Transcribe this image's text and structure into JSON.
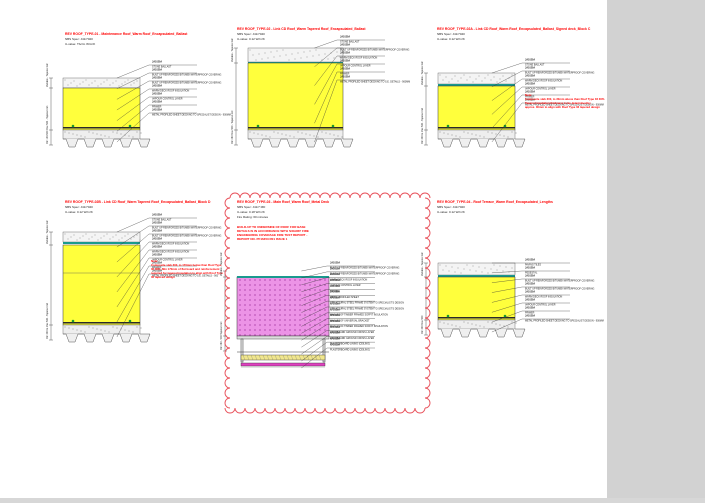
{
  "details": [
    {
      "title": "REV ROOF_TYPE-01 - Maintenance Roof_Warm Roof_Encapsulated_Ballast",
      "spec": "NBS Spec: J41/7020",
      "uvalue": "U-value: Tbc/m W/m²K",
      "labels": [
        "JA1020A",
        "STONE BALLAST",
        "JA1020A",
        "BUILT UP REINFORCED BITUMEN WATERPROOF COVERING",
        "JA1020A",
        "BUILT UP REINFORCED BITUMEN WATERPROOF COVERING",
        "JA1020A",
        "WARM DECK ROOF INSULATION",
        "JA1020A",
        "VAPOUR CONTROL LAYER",
        "JA1020A",
        "PRIMER",
        "JA1020A",
        "METAL PROFILED SHEET DECKING TO SPECIALIST DESIGN - 900MM"
      ],
      "dims": [
        "Variable - Tapered min",
        "Min 100-500 Max 500 - Tapered min"
      ],
      "note": []
    },
    {
      "title": "REV ROOF_TYPE-02 - Link CD Roof_Warm Tapered Roof_Encapsulated_Ballast",
      "spec": "NBS Spec: J41/7040",
      "uvalue": "U-value: 0.12 W/m²K",
      "labels": [
        "JA1020A",
        "STONE BALLAST",
        "JA1020A",
        "BUILT UP REINFORCED BITUMEN WATERPROOF COVERING",
        "JA1020A",
        "WARM DECK ROOF INSULATION",
        "JA1020A",
        "VAPOUR CONTROL LAYER",
        "JA1020A",
        "PRIMER",
        "JA1020A",
        "METAL PROFILED SHEET DECKING TO S.E. DETAILS - 900MM"
      ],
      "dims": [
        "Variable - Tapered min",
        "Min 280 Max 500 - Tapered min"
      ],
      "note": []
    },
    {
      "title": "REV ROOF_TYPE-02A - Link CD Roof_Warm Roof_Encapsulated_Ballast_Signed deck_Block C",
      "spec": "NBS Spec: J41/7040",
      "uvalue": "U-value: 0.12 W/m²K",
      "labels": [
        "JA1020A",
        "STONE BALLAST",
        "JA1020A",
        "BUILT UP REINFORCED BITUMEN WATERPROOF COVERING",
        "JA1020A",
        "WARM DECK ROOF INSULATION",
        "JA1020A",
        "VAPOUR CONTROL LAYER",
        "JA1020A",
        "PRIMER",
        "JA1020A",
        "METAL PROFILED SHEET DECKING TO SPECIALIST DESIGN - 900MM"
      ],
      "dims": [
        "Variable - Tapered min",
        "Min 300 to Max 500 - Tapered min"
      ],
      "note": [
        "Note:",
        "Composite slab 300, to 30mm above than Roof Type 02 30%",
        "Tapered insulation thickness to be determined by",
        "approx. 30mm to align with Roof Type 02 tapered design"
      ]
    },
    {
      "title": "REV ROOF_TYPE-02B - Link CD Roof_Warm Tapered Roof_Encapsulated_Ballast_Block D",
      "spec": "NBS Spec: J41/7040",
      "uvalue": "U-value: 0.12 W/m²K",
      "labels": [
        "JA1020A",
        "STONE BALLAST",
        "JA1020A",
        "BUILT UP REINFORCED BITUMEN WATERPROOF COVERING",
        "JA1020A",
        "BUILT UP REINFORCED BITUMEN WATERPROOF COVERING",
        "JA1020A",
        "WARM DECK ROOF INSULATION",
        "JA1020A",
        "WARM DECK ROOF INSULATION",
        "JA1020A",
        "VAPOUR CONTROL LAYER",
        "JA1020A",
        "PRIMER",
        "JA1020A",
        "METAL PROFILED SHEET DECKING TO S.E. DETAILS - 900"
      ],
      "dims": [
        "Variable - Tapered min",
        "Min 300 to Max 500 - Tapered min"
      ],
      "note": [
        "Note:",
        "Composite slab 300, to 170mm below than Roof Type",
        "02 30%. Min 170mm of flat board and reinforcement",
        "required for tapered insulation to align with Roof Type",
        "02 tapered design"
      ]
    },
    {
      "title": "REV ROOF_TYPE-03 - Main Roof_Warm Roof_Metal Deck",
      "spec": "NBS Spec: J41/7 MD",
      "uvalue": "U-value: 0.18 W/m²K",
      "fire": "Fire Rating: 60 minutes",
      "labels": [
        "JA1020A",
        "BUILT UP REINFORCED BITUMEN WATERPROOF COVERING",
        "JA1020A",
        "BUILT UP REINFORCED BITUMEN WATERPROOF COVERING",
        "JA1020A",
        "WARM DECK ROOF INSULATION",
        "JA1020A",
        "VAPOUR CONTROL LAYER",
        "JA1020A",
        "PRIMER",
        "JA1020A",
        "METAL PROFILED SHEET",
        "XF1020A",
        "STRUCTURAL STEEL FRAME SYSTEM TO SPECIALIST'S DESIGN",
        "XF1020A",
        "STRUCTURAL STEEL FRAME SYSTEM TO SPECIALIST'S DESIGN",
        "XF1020A",
        "MAIN ROOF TIMBER FRAMED SOFFIT INSULATION",
        "XF1020A",
        "MAIN ROOF UNIVERSAL BRACKET",
        "XF1020A",
        "MAIN ROOF TIMBER FRAMED SOFFIT INSULATION",
        "XF1020A",
        "HARDBOARD GROUND CROSS LAYER",
        "XF1020A",
        "HARDBOARD GROUND CROSS LAYER",
        "XF1020A",
        "PLASTERBOARD LINING (CEILING)",
        "XF1020A",
        "PLASTERBOARD LINING (CEILING)"
      ],
      "dims": [
        "Variable - Tapered min",
        "Min 280 - 500 Tapered min"
      ],
      "redtext": [
        "BUILD-UP TO UNDERSIDE OF ROOF FOR BASE",
        "DETAILS IS IN ACCORDANCE WITH 'BOARD' FIRE",
        "ENGINEERING COVERAGE FIRE TEST REPORT -",
        "REPORT NO. PF16453 R01 ISSUE 1"
      ]
    },
    {
      "title": "REV ROOF_TYPE-04 - Roof Terrace_Warm Roof_Encapsulated_Lengths",
      "spec": "NBS Spec: J41/7020",
      "uvalue": "U-value: 0.12 W/m²K",
      "labels": [
        "JA1020A",
        "PAVING TILES",
        "JA1020A",
        "PEDESTAL",
        "JA1020A",
        "BUILT UP REINFORCED BITUMEN WATERPROOF COVERING",
        "JA1020A",
        "BUILT UP REINFORCED BITUMEN WATERPROOF COVERING",
        "JA1020A",
        "WARM DECK ROOF INSULATION",
        "JA1020A",
        "VAPOUR CONTROL LAYER",
        "JA1020A",
        "PRIMER",
        "JA1020A",
        "METAL PROFILED SHEET DECKING TO SPECIALIST DESIGN - 900MM"
      ],
      "dims": [
        "Variable - Tapered min",
        "Min 300 Max 500"
      ],
      "note": []
    }
  ],
  "colors": {
    "insulation": "#ffff3c",
    "membrane": "#1a9a8e",
    "title_red": "#ff0000",
    "cloud": "#e8505a",
    "mineral_wool": "#ec93e6",
    "timber": "#f0e68c",
    "plasterboard": "#e040c0",
    "sheet": "#ffffff",
    "background": "#d7d7d7"
  }
}
